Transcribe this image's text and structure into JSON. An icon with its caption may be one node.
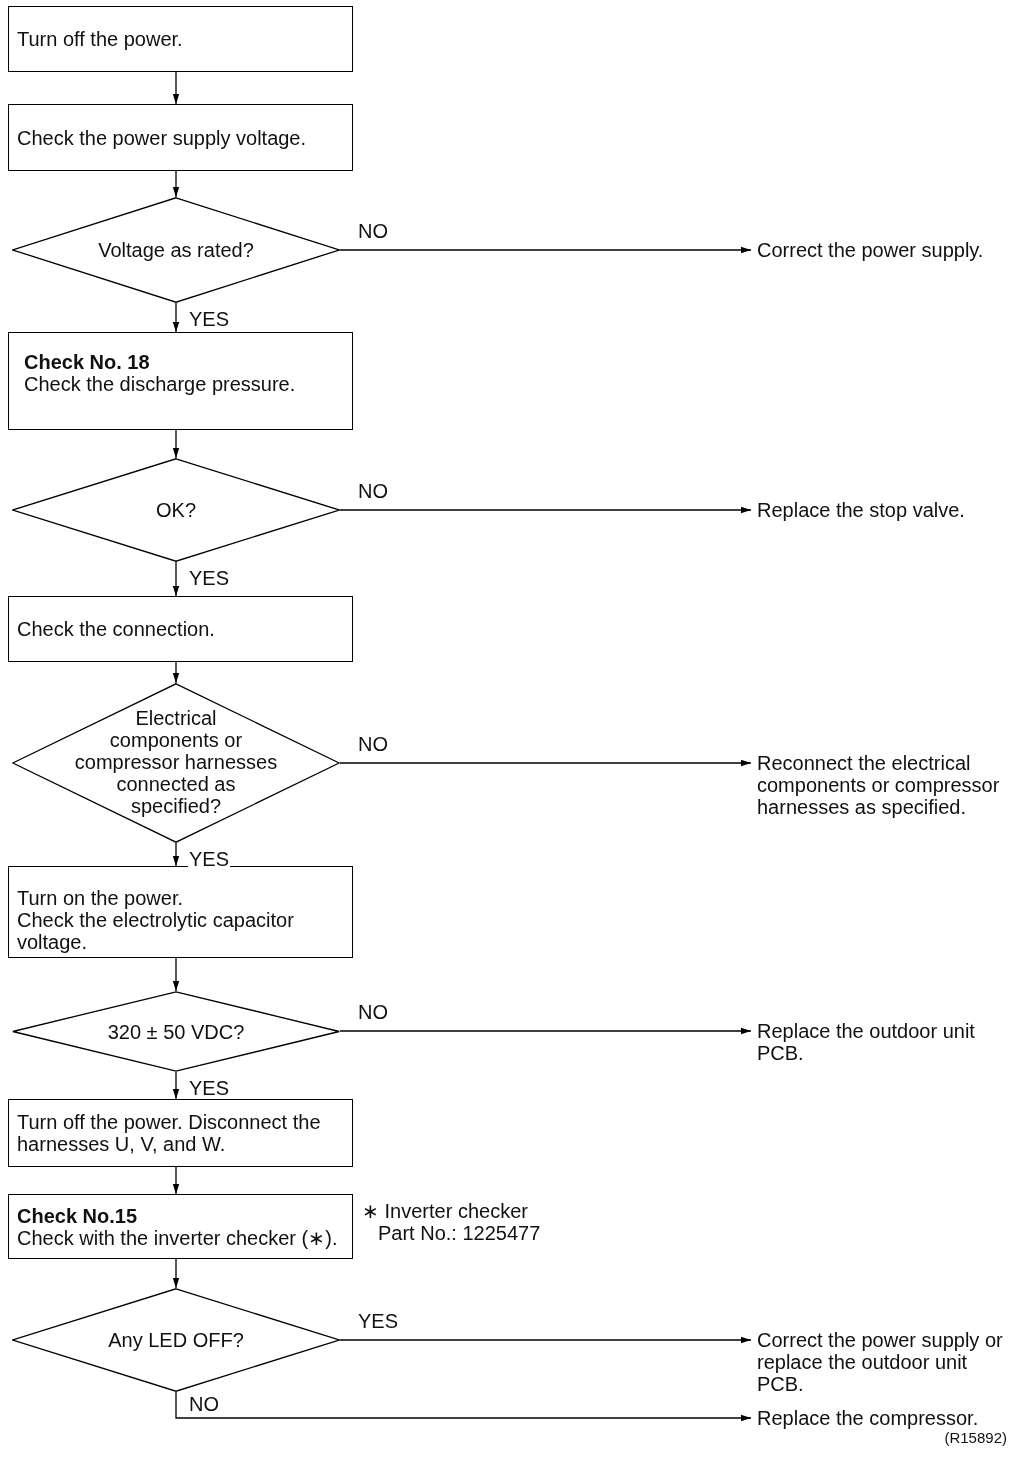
{
  "diagram": {
    "nodes": [
      {
        "text": [
          "Turn off the power."
        ]
      },
      {
        "text": [
          "Check the power supply voltage."
        ]
      },
      {
        "text": [
          "Voltage as rated?"
        ]
      },
      {
        "text": [
          "Correct the power supply."
        ]
      },
      {
        "text": [
          "Check No. 18",
          "Check the discharge pressure."
        ]
      },
      {
        "text": [
          "OK?"
        ]
      },
      {
        "text": [
          "Replace the stop valve."
        ]
      },
      {
        "text": [
          "Check the connection."
        ]
      },
      {
        "text": [
          "Electrical components or compressor harnesses connected as specified?"
        ]
      },
      {
        "text": [
          "Reconnect the electrical components or compressor harnesses as specified."
        ]
      },
      {
        "text": [
          "Turn on the power.",
          "Check the electrolytic capacitor voltage."
        ]
      },
      {
        "text": [
          "320 ± 50 VDC?"
        ]
      },
      {
        "text": [
          "Replace the outdoor unit PCB."
        ]
      },
      {
        "text": [
          "Turn off the power. Disconnect the harnesses U, V, and W."
        ]
      },
      {
        "text": [
          "Check No.15",
          "Check with the inverter checker (∗)."
        ],
        "beside": [
          "∗ Inverter checker Part No.: 1225477"
        ]
      },
      {
        "text": [
          "Any LED OFF?"
        ]
      },
      {
        "text": [
          "Correct the power supply or replace the outdoor unit PCB."
        ]
      },
      {
        "text": [
          "Replace the compressor."
        ]
      }
    ],
    "edges": [
      {
        "from": 0,
        "to": 1,
        "arrow": "to"
      },
      {
        "from": 1,
        "to": 2,
        "arrow": "to"
      },
      {
        "from": 2,
        "to": 3,
        "arrow": "to",
        "label": "NO"
      },
      {
        "from": 2,
        "to": 4,
        "arrow": "to",
        "label": "YES"
      },
      {
        "from": 4,
        "to": 5,
        "arrow": "to"
      },
      {
        "from": 5,
        "to": 6,
        "arrow": "to",
        "label": "NO"
      },
      {
        "from": 5,
        "to": 7,
        "arrow": "to",
        "label": "YES"
      },
      {
        "from": 7,
        "to": 8,
        "arrow": "to"
      },
      {
        "from": 8,
        "to": 9,
        "arrow": "to",
        "label": "NO"
      },
      {
        "from": 8,
        "to": 10,
        "arrow": "to",
        "label": "YES"
      },
      {
        "from": 10,
        "to": 11,
        "arrow": "to"
      },
      {
        "from": 11,
        "to": 12,
        "arrow": "to",
        "label": "NO"
      },
      {
        "from": 11,
        "to": 13,
        "arrow": "to",
        "label": "YES"
      },
      {
        "from": 13,
        "to": 14,
        "arrow": "to"
      },
      {
        "from": 14,
        "to": 15,
        "arrow": "to"
      },
      {
        "from": 15,
        "to": 16,
        "arrow": "to",
        "label": "YES"
      },
      {
        "from": 15,
        "to": 17,
        "arrow": "to",
        "label": "NO"
      }
    ],
    "labels": [
      "(R15892)"
    ]
  }
}
